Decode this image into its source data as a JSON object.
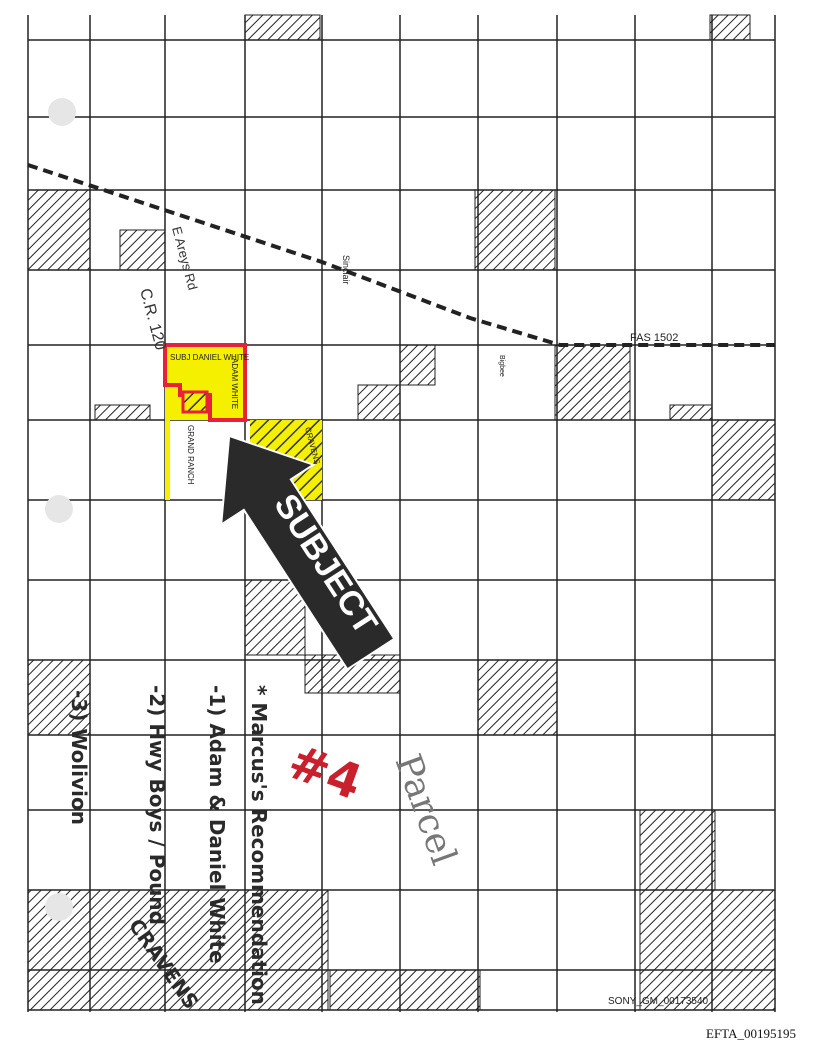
{
  "map": {
    "subject_label": "SUBJECT",
    "road_label": "FAS 1502",
    "county_road": "C.R. 120",
    "road_name": "E Areys Rd",
    "parcel_labels": [
      "SUBJ DANIEL WHITE",
      "ADAM WHITE",
      "CRAVENS",
      "GRAND RANCH"
    ],
    "small_labels": [
      "Sinclair",
      "Bigbee"
    ]
  },
  "notes": {
    "title": "* Marcus's Recommendation",
    "item1": "-1) Adam & Daniel White",
    "item2": "-2) Hwy Boys / Pound",
    "item2b": "CRAVENS",
    "item3": "-3) Wolivion",
    "parcel_tag": "#4",
    "parcel_word": "Parcel"
  },
  "footer": {
    "bates": "SONY_GM_00173540",
    "efta": "EFTA_00195195"
  },
  "colors": {
    "highlight": "#f5f000",
    "outline": "#e8203a",
    "ink": "#222222",
    "blue": "#1f5fd0"
  }
}
